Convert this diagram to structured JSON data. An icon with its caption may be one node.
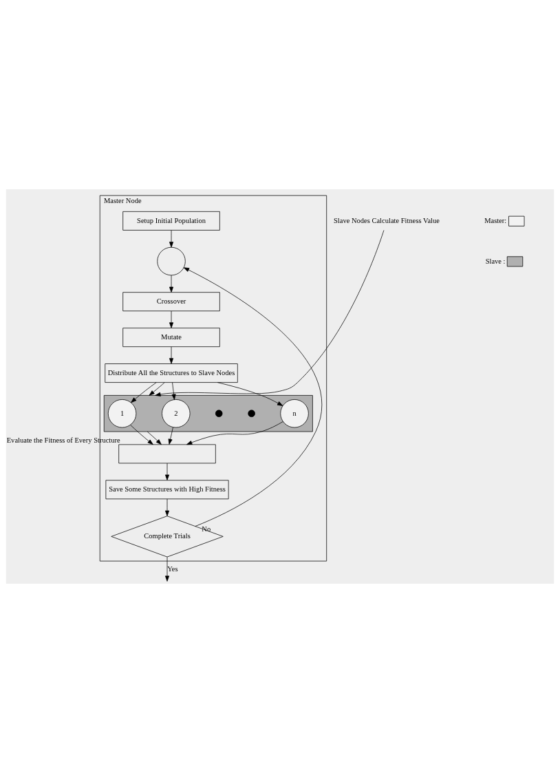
{
  "diagram": {
    "nodes": [
      {
        "text": [
          "Master Node"
        ]
      },
      {
        "text": [
          "Setup Initial Population"
        ],
        "in": 0
      },
      {
        "text": [],
        "shape": "circle",
        "in": 0
      },
      {
        "text": [
          "Crossover"
        ],
        "in": 0
      },
      {
        "text": [
          "Mutate"
        ],
        "in": 0
      },
      {
        "text": [
          "Distribute All the Structures to Slave Nodes"
        ],
        "in": 0
      },
      {
        "text": [],
        "shape": "box",
        "in": 0
      },
      {
        "text": [
          "1"
        ],
        "in": 6
      },
      {
        "text": [
          "2"
        ],
        "in": 6
      },
      {
        "text": [],
        "shape": "dot",
        "in": 6
      },
      {
        "text": [],
        "shape": "dot",
        "in": 6
      },
      {
        "text": [
          "n"
        ],
        "in": 6
      },
      {
        "text": [],
        "shape": "box",
        "beside": [
          "Evaluate the Fitness of Every Structure"
        ],
        "in": 0
      },
      {
        "text": [
          "Save Some Structures with High Fitness"
        ],
        "in": 0
      },
      {
        "text": [
          "Complete Trials"
        ],
        "in": 0
      },
      {
        "text": [
          "Slave Nodes Calculate Fitness Value"
        ]
      }
    ],
    "edges": [
      {
        "from": 1,
        "to": 2,
        "arrow": "to"
      },
      {
        "from": 2,
        "to": 3,
        "arrow": "to"
      },
      {
        "from": 3,
        "to": 4,
        "arrow": "to"
      },
      {
        "from": 4,
        "to": 5,
        "arrow": "to"
      },
      {
        "from": 5,
        "to": 7,
        "arrow": "to"
      },
      {
        "from": 5,
        "to": 8,
        "arrow": "to"
      },
      {
        "from": 5,
        "to": 6,
        "arrow": "to"
      },
      {
        "from": 5,
        "to": 11,
        "arrow": "to"
      },
      {
        "from": 7,
        "to": 12,
        "arrow": "to"
      },
      {
        "from": 8,
        "to": 12,
        "arrow": "to"
      },
      {
        "from": 6,
        "to": 12,
        "arrow": "to"
      },
      {
        "from": 11,
        "to": 12,
        "arrow": "to"
      },
      {
        "from": 15,
        "to": 6,
        "arrow": "to"
      },
      {
        "from": 12,
        "to": 13,
        "arrow": "to"
      },
      {
        "from": 13,
        "to": 14,
        "arrow": "to"
      },
      {
        "from": 14,
        "to": 2,
        "arrow": "to",
        "label": "No"
      },
      {
        "from": 14,
        "to": null,
        "arrow": "to",
        "label": "Yes"
      }
    ],
    "legend": [
      {
        "text": "Master:",
        "color": "#f2f2f2"
      },
      {
        "text": "Slave :",
        "color": "#b0b0b0"
      }
    ]
  }
}
